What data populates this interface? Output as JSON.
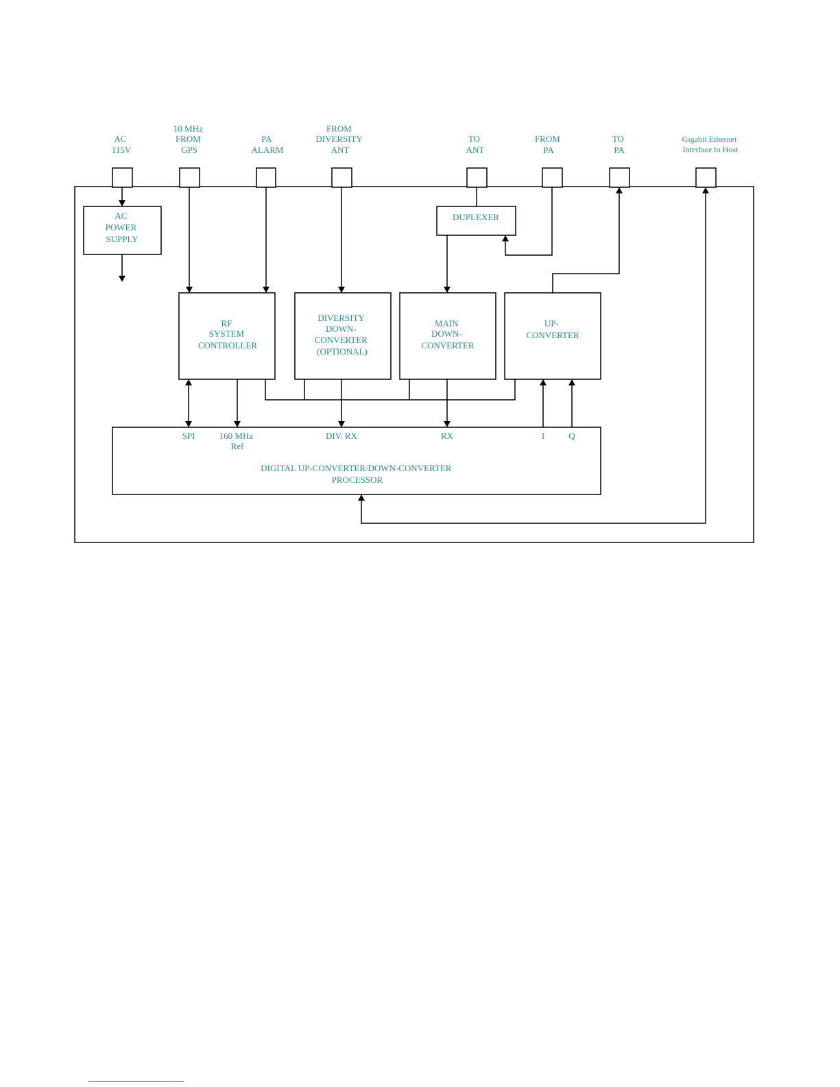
{
  "diagram": {
    "colors": {
      "text": "#2e8b8b",
      "line": "#000000"
    },
    "ports": {
      "ac": [
        "AC",
        "115V"
      ],
      "gps": [
        "10 MHz",
        "FROM",
        "GPS"
      ],
      "pa_alarm": [
        "PA",
        "ALARM"
      ],
      "diversity_ant": [
        "FROM",
        "DIVERSITY",
        "ANT"
      ],
      "to_ant": [
        "TO",
        "ANT"
      ],
      "from_pa": [
        "FROM",
        "PA"
      ],
      "to_pa": [
        "TO",
        "PA"
      ],
      "ethernet": [
        "Gigabit Ethernet",
        "Interface to Host"
      ]
    },
    "blocks": {
      "power_supply": [
        "AC",
        "POWER",
        "SUPPLY"
      ],
      "duplexer": [
        "DUPLEXER"
      ],
      "rf_controller": [
        "RF",
        "SYSTEM",
        "CONTROLLER"
      ],
      "diversity_dc": [
        "DIVERSITY",
        "DOWN-",
        "CONVERTER",
        "(OPTIONAL)"
      ],
      "main_dc": [
        "MAIN",
        "DOWN-",
        "CONVERTER"
      ],
      "up_converter": [
        "UP-",
        "CONVERTER"
      ],
      "processor": [
        "DIGITAL UP-CONVERTER/DOWN-CONVERTER",
        "PROCESSOR"
      ]
    },
    "signals": {
      "spi": "SPI",
      "ref": [
        "160 MHz",
        "Ref"
      ],
      "div_rx": "DIV. RX",
      "rx": "RX",
      "i": "I",
      "q": "Q"
    }
  }
}
